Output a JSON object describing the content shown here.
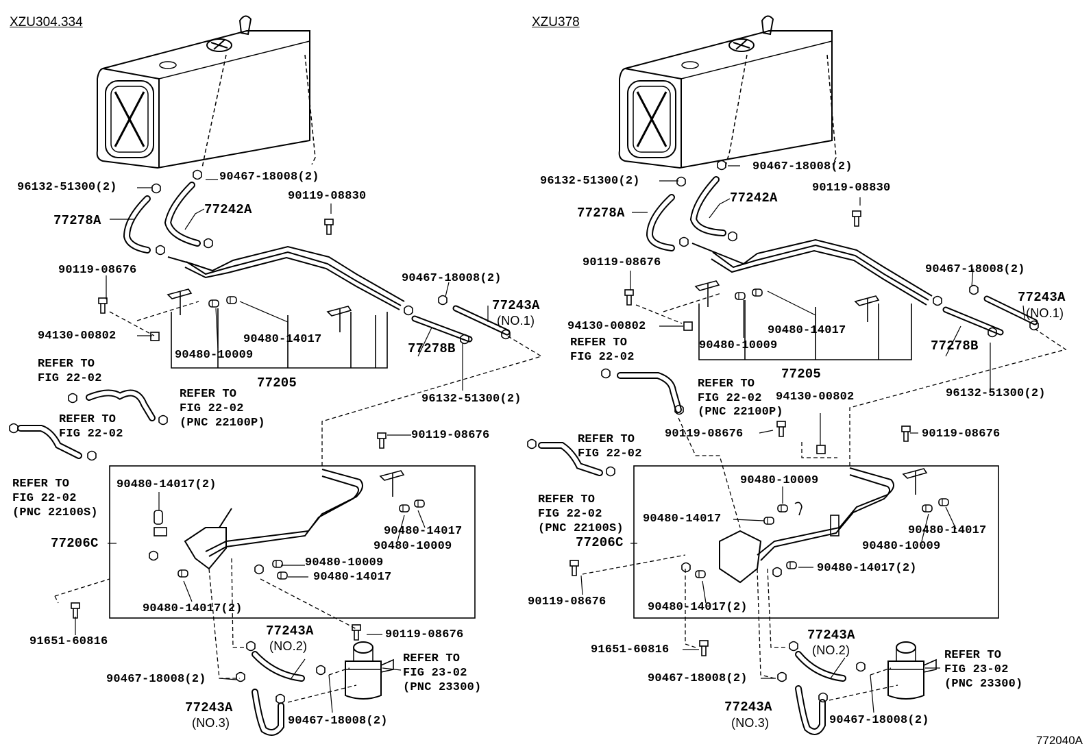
{
  "left": {
    "model": "XZU304.334",
    "labels": {
      "p96132_top": "96132-51300(2)",
      "p90467_top": "90467-18008(2)",
      "p77242A": "77242A",
      "p77278A": "77278A",
      "p90119_08830": "90119-08830",
      "p90119_08676_a": "90119-08676",
      "p90467_mid": "90467-18008(2)",
      "p77243A_no1": "77243A",
      "no1": "(NO.1)",
      "p94130": "94130-00802",
      "p90480_14017_a": "90480-14017",
      "p90480_10009_a": "90480-10009",
      "p77278B": "77278B",
      "p77205": "77205",
      "p96132_bot": "96132-51300(2)",
      "ref1": "REFER TO\nFIG 22-02",
      "ref2": "REFER TO\nFIG 22-02\n(PNC 22100P)",
      "ref3": "REFER TO\nFIG 22-02",
      "ref4": "REFER TO\nFIG 22-02\n(PNC 22100S)",
      "p90119_08676_b": "90119-08676",
      "p90480_14017_2a": "90480-14017(2)",
      "p90480_14017_b": "90480-14017",
      "p90480_10009_b": "90480-10009",
      "p77206C": "77206C",
      "p90480_10009_c": "90480-10009",
      "p90480_14017_c": "90480-14017",
      "p90480_14017_2b": "90480-14017(2)",
      "p90119_08676_c": "90119-08676",
      "p91651": "91651-60816",
      "p77243A_no2": "77243A",
      "no2": "(NO.2)",
      "ref5": "REFER TO\nFIG 23-02\n(PNC 23300)",
      "p90467_bot1": "90467-18008(2)",
      "p77243A_no3": "77243A",
      "no3": "(NO.3)",
      "p90467_bot2": "90467-18008(2)"
    }
  },
  "right": {
    "model": "XZU378",
    "labels": {
      "p90467_top": "90467-18008(2)",
      "p96132_top": "96132-51300(2)",
      "p77242A": "77242A",
      "p90119_08830": "90119-08830",
      "p77278A": "77278A",
      "p90119_08676_a": "90119-08676",
      "p90467_mid": "90467-18008(2)",
      "p77243A_no1": "77243A",
      "no1": "(NO.1)",
      "p94130_a": "94130-00802",
      "ref1": "REFER TO\nFIG 22-02",
      "p90480_14017_a": "90480-14017",
      "p90480_10009_a": "90480-10009",
      "p77278B": "77278B",
      "p77205": "77205",
      "p96132_bot": "96132-51300(2)",
      "ref2": "REFER TO\nFIG 22-02",
      "p94130_b": "94130-00802",
      "pnc22100p": "(PNC 22100P)",
      "p90119_08676_b": "90119-08676",
      "p90119_08676_c": "90119-08676",
      "ref3": "REFER TO\nFIG 22-02",
      "ref4": "REFER TO\nFIG 22-02\n(PNC 22100S)",
      "p90480_10009_b": "90480-10009",
      "p90480_14017_b": "90480-14017",
      "p77206C": "77206C",
      "p90480_14017_c": "90480-14017",
      "p90480_10009_c": "90480-10009",
      "p90480_14017_2a": "90480-14017(2)",
      "p90119_08676_d": "90119-08676",
      "p90480_14017_2b": "90480-14017(2)",
      "p91651": "91651-60816",
      "p77243A_no2": "77243A",
      "no2": "(NO.2)",
      "ref5": "REFER TO\nFIG 23-02\n(PNC 23300)",
      "p90467_bot1": "90467-18008(2)",
      "p77243A_no3": "77243A",
      "no3": "(NO.3)",
      "p90467_bot2": "90467-18008(2)"
    }
  },
  "figure_id": "772040A"
}
